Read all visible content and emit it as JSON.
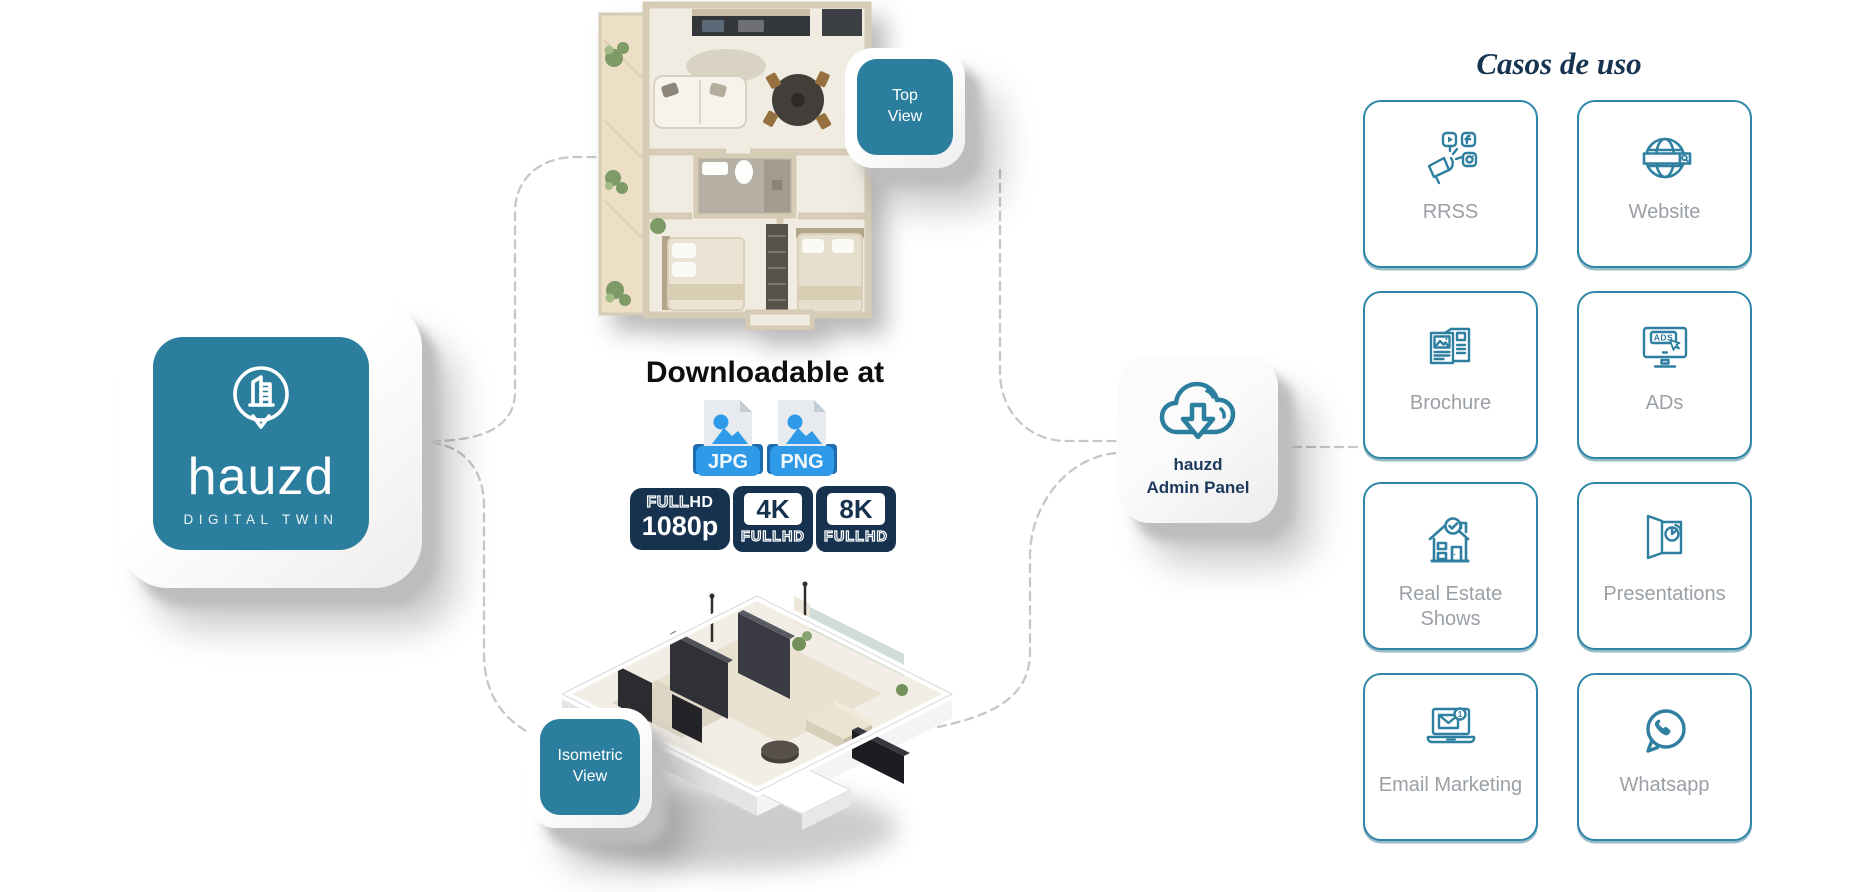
{
  "brand": {
    "wordmark": "hauzd",
    "tagline": "DIGITAL TWIN",
    "logo_icon": "hauzd-pin-building-icon"
  },
  "views": {
    "top": {
      "label": "Top View"
    },
    "isometric": {
      "label": "Isometric View"
    }
  },
  "download": {
    "heading": "Downloadable at",
    "formats": [
      {
        "label": "JPG",
        "icon": "image-file-icon"
      },
      {
        "label": "PNG",
        "icon": "image-file-icon"
      }
    ],
    "resolutions": [
      {
        "prefix": "FULL",
        "suffix": "HD",
        "main": "1080p"
      },
      {
        "main": "4K",
        "caption": "FULLHD"
      },
      {
        "main": "8K",
        "caption": "FULLHD"
      }
    ]
  },
  "admin_panel": {
    "line1": "hauzd",
    "line2": "Admin Panel",
    "icon": "cloud-download-icon"
  },
  "use_cases": {
    "title": "Casos de uso",
    "items": [
      {
        "label": "RRSS",
        "icon": "social-media-megaphone-icon"
      },
      {
        "label": "Website",
        "icon": "globe-browser-icon"
      },
      {
        "label": "Brochure",
        "icon": "brochure-pages-icon"
      },
      {
        "label": "ADs",
        "icon": "ads-monitor-icon",
        "icon_text": "ADS"
      },
      {
        "label": "Real Estate Shows",
        "icon": "house-check-icon"
      },
      {
        "label": "Presentations",
        "icon": "presentation-chart-icon"
      },
      {
        "label": "Email Marketing",
        "icon": "email-laptop-icon",
        "badge": "1"
      },
      {
        "label": "Whatsapp",
        "icon": "whatsapp-icon"
      }
    ]
  },
  "colors": {
    "teal": "#2b7e9d",
    "navy": "#16324e",
    "format_blue": "#2f9be8",
    "card_border": "#2e86a8",
    "label_gray": "#9aa0a5",
    "connector": "#c7c7c7"
  }
}
